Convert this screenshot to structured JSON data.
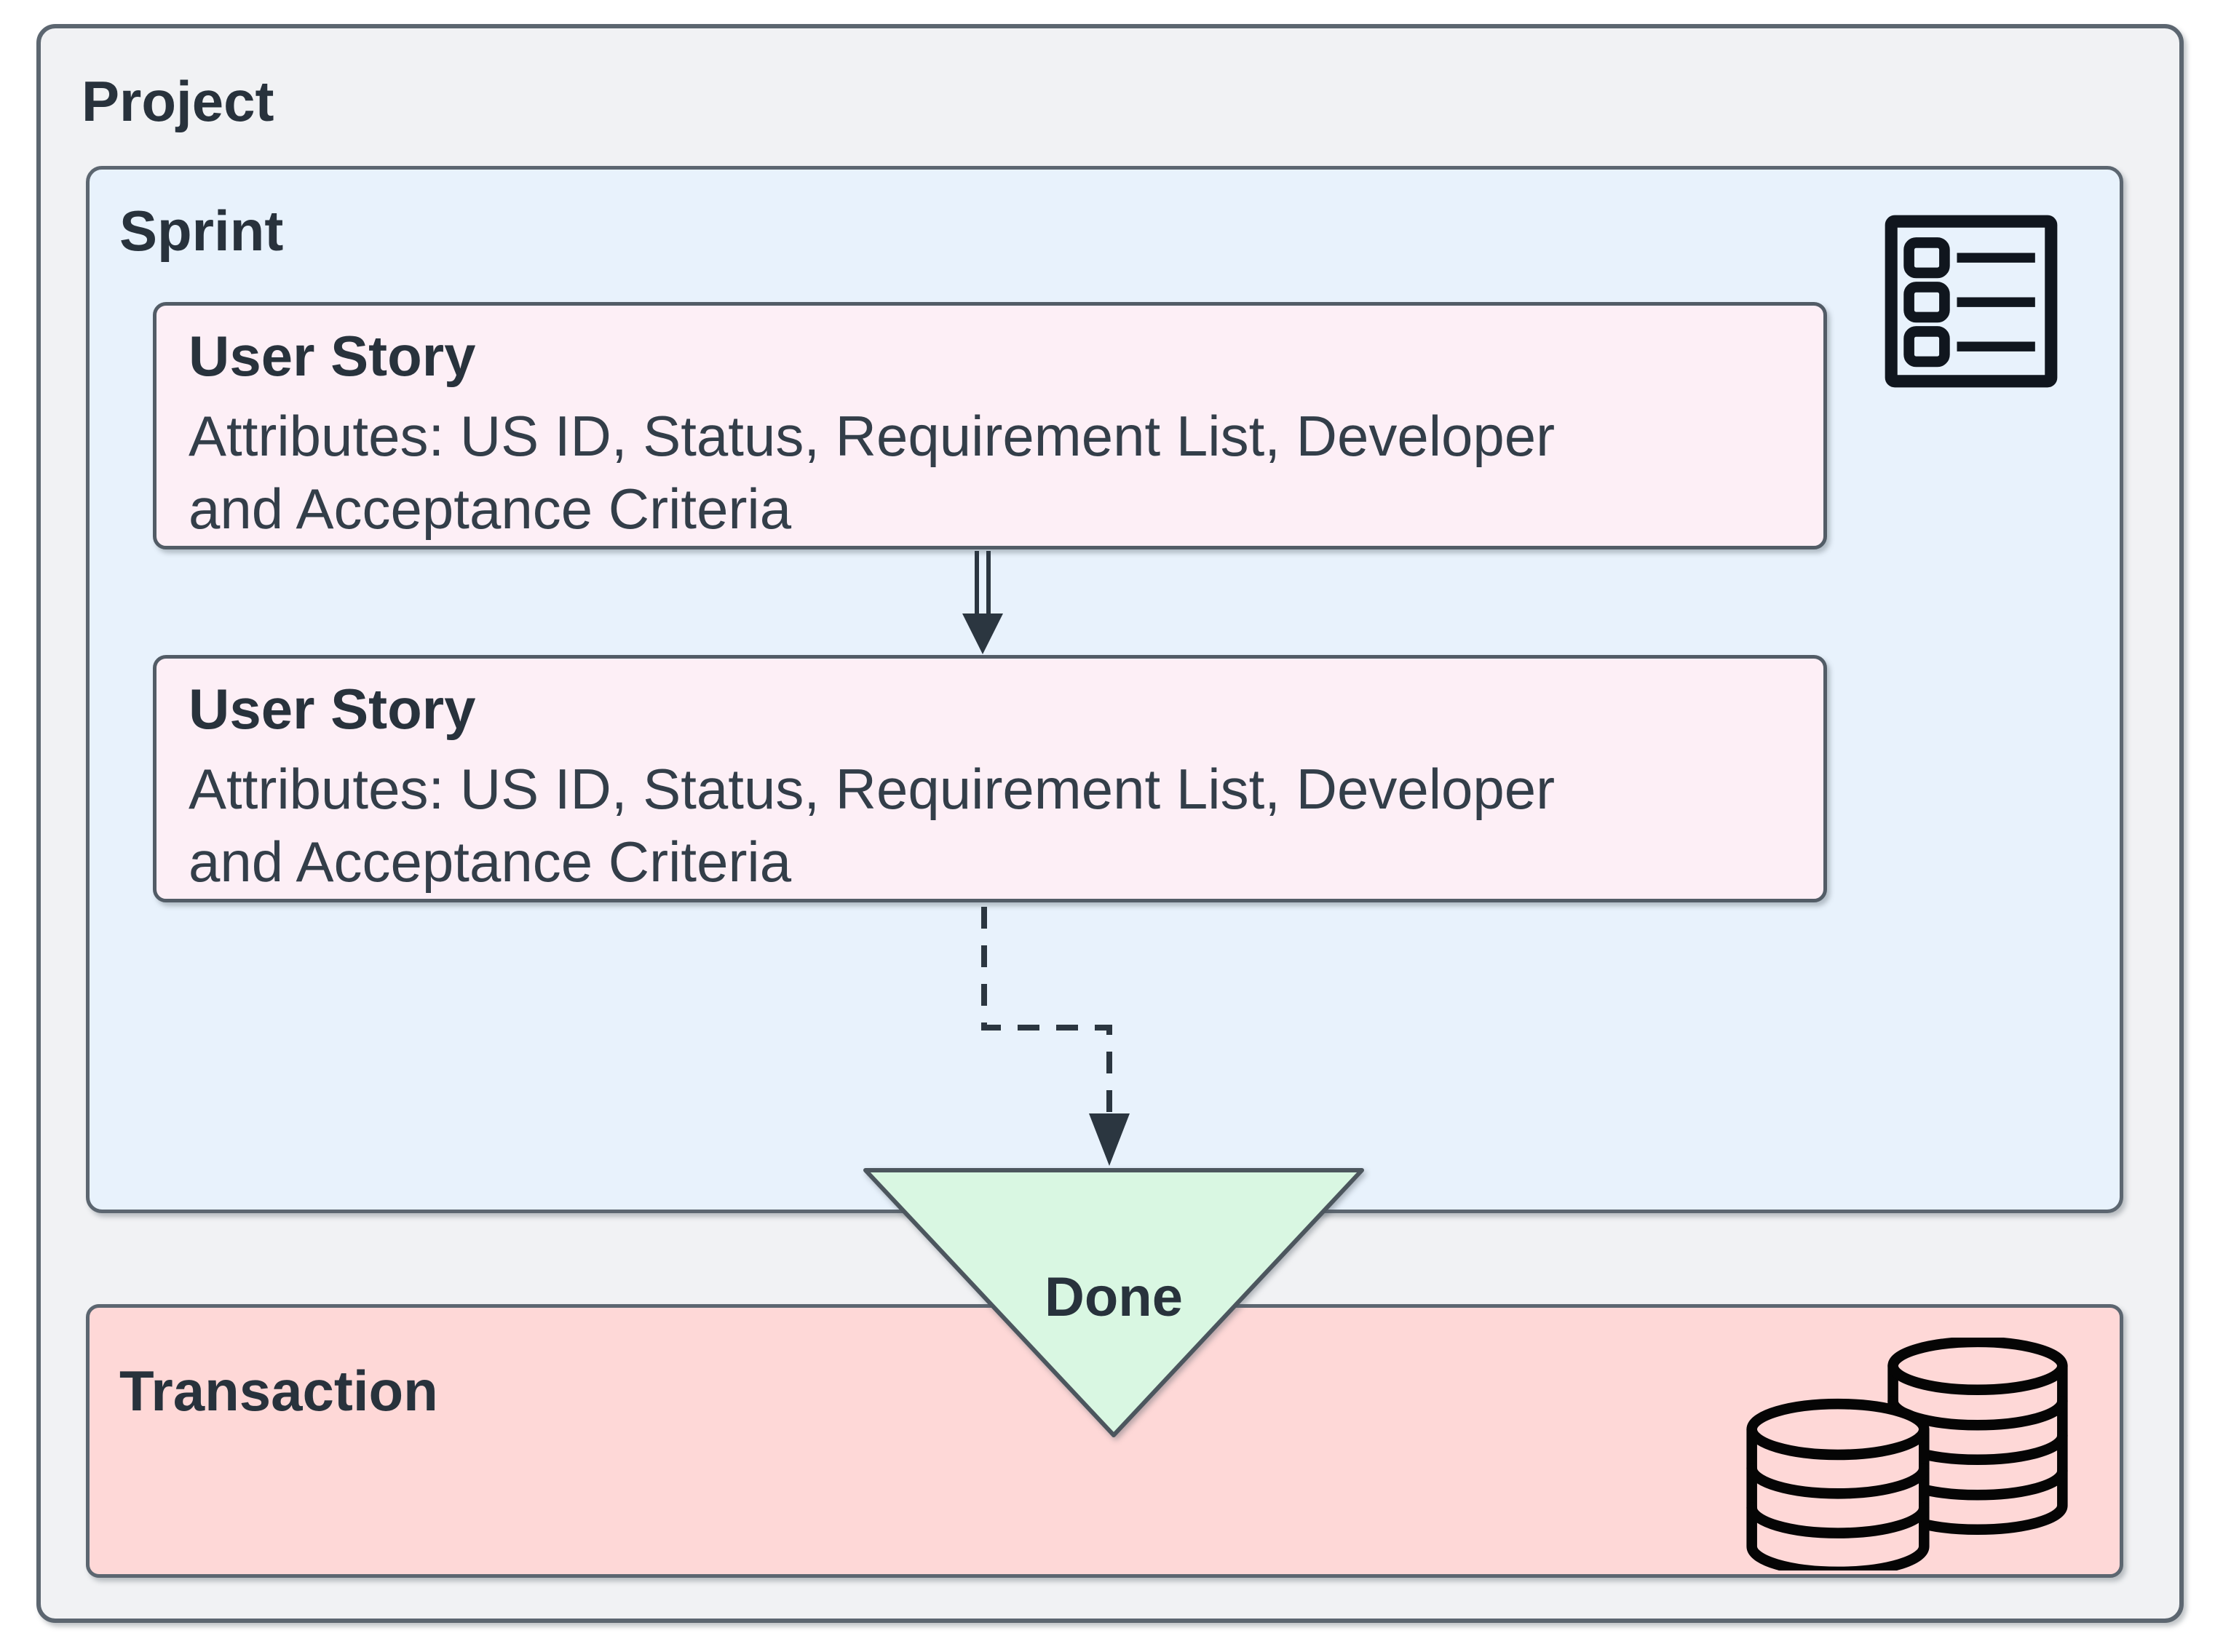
{
  "project": {
    "label": "Project"
  },
  "sprint": {
    "label": "Sprint",
    "icon": "checklist-icon",
    "user_stories": [
      {
        "title": "User Story",
        "attributes": "Attributes: US ID, Status, Requirement List, Developer\nand Acceptance Criteria"
      },
      {
        "title": "User Story",
        "attributes": "Attributes: US ID, Status, Requirement List, Developer\nand Acceptance Criteria"
      }
    ],
    "done": {
      "label": "Done"
    }
  },
  "transaction": {
    "label": "Transaction",
    "icon": "coins-icon"
  },
  "connectors": [
    {
      "name": "realization-double-line-arrow",
      "from": "user-story-1",
      "to": "user-story-2",
      "style": "double-line, solid arrowhead"
    },
    {
      "name": "dashed-dependency-arrow",
      "from": "user-story-2",
      "to": "done-triangle",
      "style": "dashed, solid arrowhead"
    }
  ],
  "colors": {
    "project_bg": "#f1f2f4",
    "sprint_bg": "#e8f2fc",
    "user_story_bg": "#fdeff6",
    "transaction_bg": "#fed8d7",
    "done_bg": "#d9f7e2",
    "border": "#5c6670",
    "text": "#28323c",
    "arrow": "#2b3640",
    "icon": "#10161e"
  }
}
